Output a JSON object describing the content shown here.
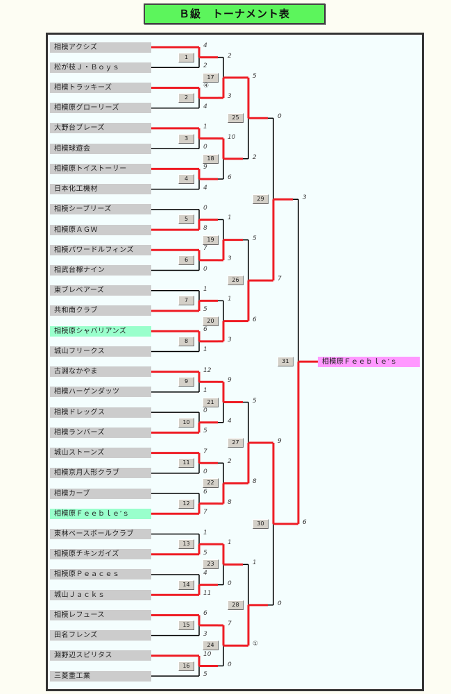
{
  "title": "Ｂ級　トーナメント表",
  "colors": {
    "win_line": "#ee1c24",
    "lose_line": "#000000",
    "highlight": "#99ffcc",
    "champion": "#ff99ff",
    "title_bg": "#5cf55c"
  },
  "teams": [
    {
      "name": "相模アクシズ"
    },
    {
      "name": "松が枝Ｊ・Ｂｏｙｓ"
    },
    {
      "name": "相模トラッキーズ"
    },
    {
      "name": "相模原グローリーズ"
    },
    {
      "name": "大野台ブレーズ"
    },
    {
      "name": "相模球遊会"
    },
    {
      "name": "相模原トイストーリー"
    },
    {
      "name": "日本化工機材"
    },
    {
      "name": "相模シーブリーズ"
    },
    {
      "name": "相模原ＡＧＷ"
    },
    {
      "name": "相模パワードルフィンズ"
    },
    {
      "name": "相武台欅ナイン"
    },
    {
      "name": "東ブレベアーズ"
    },
    {
      "name": "共和南クラブ"
    },
    {
      "name": "相模原シャバリアンズ",
      "highlight": true
    },
    {
      "name": "城山フリークス"
    },
    {
      "name": "古淵なかやま"
    },
    {
      "name": "相模ハーゲンダッツ"
    },
    {
      "name": "相模ドレッグス"
    },
    {
      "name": "相模ランバーズ"
    },
    {
      "name": "城山ストーンズ"
    },
    {
      "name": "相模京月人形クラブ"
    },
    {
      "name": "相模カーブ"
    },
    {
      "name": "相模原Ｆｅｅｂｌｅ’ｓ",
      "highlight": true
    },
    {
      "name": "東林ベースボールクラブ"
    },
    {
      "name": "相模原チキンガイズ"
    },
    {
      "name": "相模原Ｐｅａｃｅｓ"
    },
    {
      "name": "城山Ｊａｃｋｓ"
    },
    {
      "name": "相模レフュース"
    },
    {
      "name": "田名フレンズ"
    },
    {
      "name": "淵野辺スピリタス"
    },
    {
      "name": "三菱重工業"
    }
  ],
  "rounds": [
    [
      {
        "no": "1",
        "scores": [
          "4",
          "2"
        ],
        "winner": 0
      },
      {
        "no": "2",
        "scores": [
          "④",
          "4"
        ],
        "winner": 0
      },
      {
        "no": "3",
        "scores": [
          "1",
          "0"
        ],
        "winner": 0
      },
      {
        "no": "4",
        "scores": [
          "9",
          "4"
        ],
        "winner": 0
      },
      {
        "no": "5",
        "scores": [
          "0",
          "8"
        ],
        "winner": 1
      },
      {
        "no": "6",
        "scores": [
          "7",
          "0"
        ],
        "winner": 0
      },
      {
        "no": "7",
        "scores": [
          "1",
          "5"
        ],
        "winner": 1
      },
      {
        "no": "8",
        "scores": [
          "6",
          "1"
        ],
        "winner": 0
      },
      {
        "no": "9",
        "scores": [
          "12",
          "1"
        ],
        "winner": 0
      },
      {
        "no": "10",
        "scores": [
          "0",
          "5"
        ],
        "winner": 1
      },
      {
        "no": "11",
        "scores": [
          "7",
          "0"
        ],
        "winner": 0
      },
      {
        "no": "12",
        "scores": [
          "6",
          "7"
        ],
        "winner": 1
      },
      {
        "no": "13",
        "scores": [
          "1",
          "5"
        ],
        "winner": 1
      },
      {
        "no": "14",
        "scores": [
          "4",
          "11"
        ],
        "winner": 1
      },
      {
        "no": "15",
        "scores": [
          "6",
          "3"
        ],
        "winner": 0
      },
      {
        "no": "16",
        "scores": [
          "10",
          "5"
        ],
        "winner": 0
      }
    ],
    [
      {
        "no": "17",
        "scores": [
          "2",
          "3"
        ],
        "winner": 1
      },
      {
        "no": "18",
        "scores": [
          "10",
          "6"
        ],
        "winner": 0
      },
      {
        "no": "19",
        "scores": [
          "1",
          "3"
        ],
        "winner": 1
      },
      {
        "no": "20",
        "scores": [
          "1",
          "3"
        ],
        "winner": 1
      },
      {
        "no": "21",
        "scores": [
          "9",
          "4"
        ],
        "winner": 0
      },
      {
        "no": "22",
        "scores": [
          "2",
          "8"
        ],
        "winner": 1
      },
      {
        "no": "23",
        "scores": [
          "1",
          "0"
        ],
        "winner": 0
      },
      {
        "no": "24",
        "scores": [
          "7",
          "0"
        ],
        "winner": 0
      }
    ],
    [
      {
        "no": "25",
        "scores": [
          "5",
          "2"
        ],
        "winner": 0
      },
      {
        "no": "26",
        "scores": [
          "5",
          "6"
        ],
        "winner": 1
      },
      {
        "no": "27",
        "scores": [
          "5",
          "8"
        ],
        "winner": 1
      },
      {
        "no": "28",
        "scores": [
          "1",
          "①"
        ],
        "winner": 1
      }
    ],
    [
      {
        "no": "29",
        "scores": [
          "0",
          "7"
        ],
        "winner": 1
      },
      {
        "no": "30",
        "scores": [
          "9",
          "0"
        ],
        "winner": 0
      }
    ],
    [
      {
        "no": "31",
        "scores": [
          "3",
          "6"
        ],
        "winner": 1
      }
    ]
  ],
  "champion": "相模原Ｆｅｅｂｌｅ’ｓ"
}
